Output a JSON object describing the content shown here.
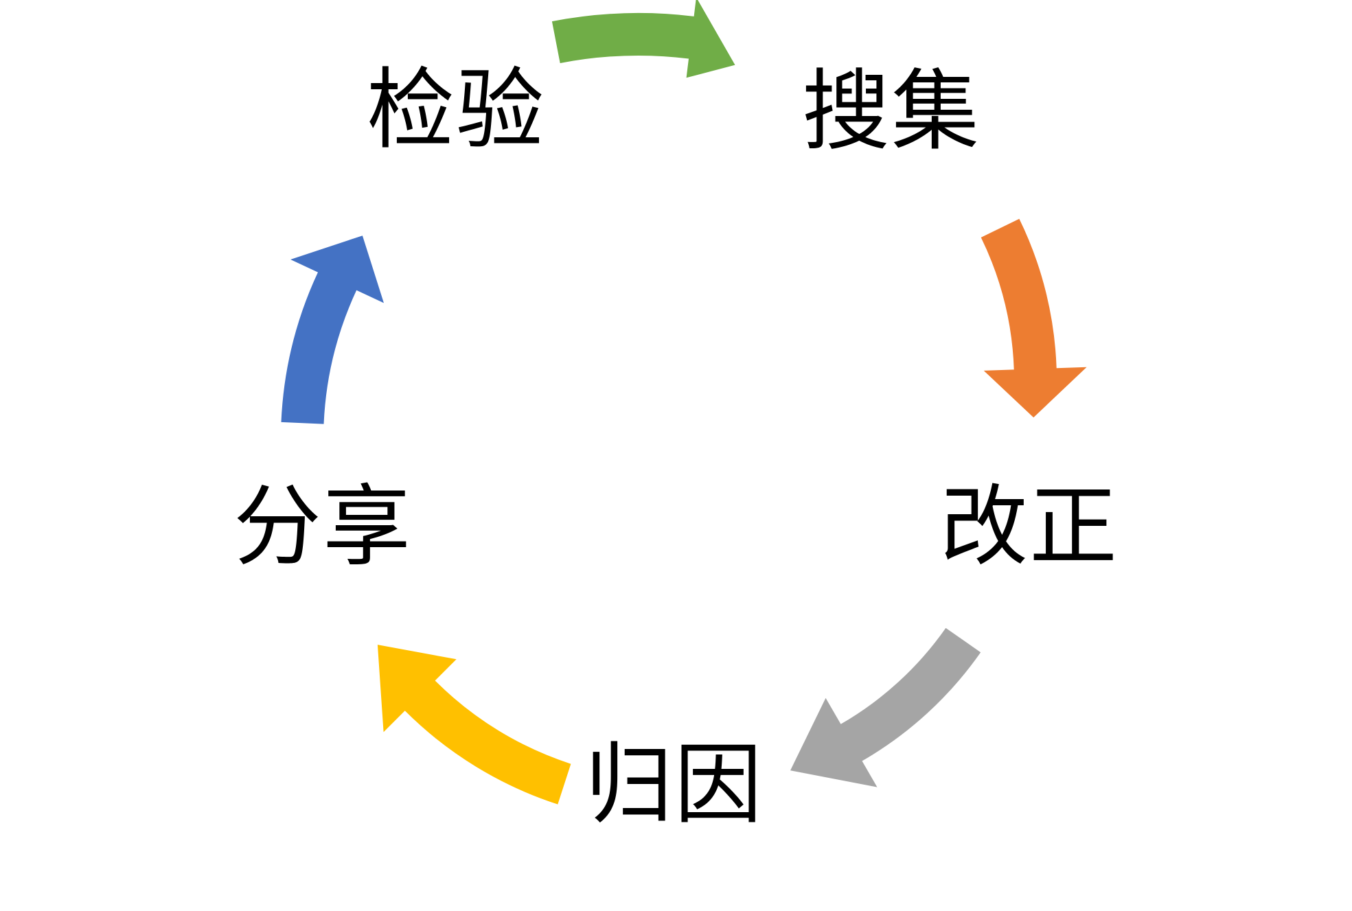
{
  "page": {
    "background_color": "#ffffff",
    "text_color": "#000000"
  },
  "diagram": {
    "type": "cycle",
    "direction": "clockwise",
    "steps": [
      {
        "label": "检验"
      },
      {
        "label": "搜集"
      },
      {
        "label": "改正"
      },
      {
        "label": "归因"
      },
      {
        "label": "分享"
      }
    ],
    "arrows": [
      {
        "name": "curved-arrow-green-icon",
        "from": "检验",
        "to": "搜集",
        "color": "#70AD47",
        "color_name": "green"
      },
      {
        "name": "curved-arrow-orange-icon",
        "from": "搜集",
        "to": "改正",
        "color": "#ED7D31",
        "color_name": "orange"
      },
      {
        "name": "curved-arrow-gray-icon",
        "from": "改正",
        "to": "归因",
        "color": "#A5A5A5",
        "color_name": "gray"
      },
      {
        "name": "curved-arrow-yellow-icon",
        "from": "归因",
        "to": "分享",
        "color": "#FFC000",
        "color_name": "yellow"
      },
      {
        "name": "curved-arrow-blue-icon",
        "from": "分享",
        "to": "检验",
        "color": "#4472C4",
        "color_name": "blue"
      }
    ]
  }
}
